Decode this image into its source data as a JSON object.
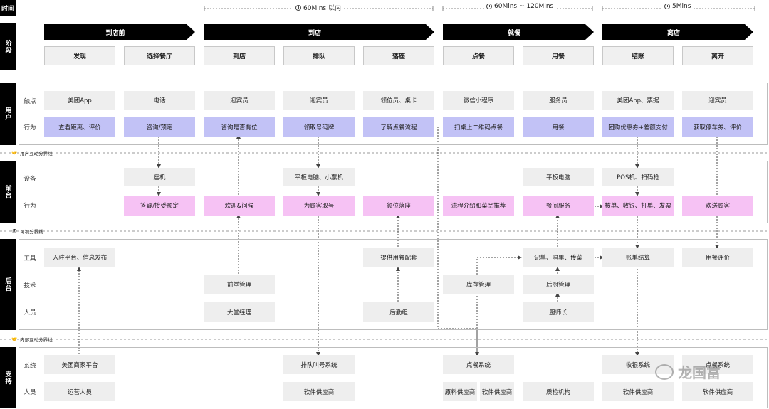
{
  "time_header": "时间",
  "time_spans": [
    {
      "label": "60Mins 以内"
    },
    {
      "label": "60Mins ~ 120Mins"
    },
    {
      "label": "5Mins"
    }
  ],
  "stage_header": "阶段",
  "phases": [
    "到店前",
    "到店",
    "就餐",
    "离店"
  ],
  "stages": [
    "发现",
    "选择餐厅",
    "到店",
    "排队",
    "落座",
    "点餐",
    "用餐",
    "结账",
    "离开"
  ],
  "lanes": {
    "user": {
      "title": "用户",
      "row_labels": [
        "触点",
        "行为"
      ],
      "touchpoints": [
        "美团App",
        "电话",
        "迎宾员",
        "迎宾员",
        "领位员、桌卡",
        "微信小程序",
        "服务员",
        "美团App、票据",
        "迎宾员"
      ],
      "actions": [
        "查看距离、评价",
        "咨询/预定",
        "咨询是否有位",
        "领取号码牌",
        "了解点餐流程",
        "扫桌上二维码点餐",
        "用餐",
        "团购优惠券+差额支付",
        "获取停车券、评价"
      ]
    },
    "front": {
      "title": "前台",
      "row_labels": [
        "设备",
        "行为"
      ],
      "devices": [
        "座机",
        "平板电脑、小票机",
        "平板电脑",
        "POS机、扫码枪"
      ],
      "actions": [
        "答疑/接受预定",
        "欢迎&问候",
        "为顾客取号",
        "领位落座",
        "流程介绍和菜品推荐",
        "餐间服务",
        "核单、收银、打单、发票",
        "欢送顾客"
      ]
    },
    "back": {
      "title": "后台",
      "row_labels": [
        "工具",
        "技术",
        "人员"
      ],
      "tools": [
        "入驻平台、信息发布",
        "提供用餐配套",
        "记单、唱单、传菜",
        "账单结算",
        "用餐评价"
      ],
      "tech": [
        "前堂管理",
        "库存管理",
        "后厨管理"
      ],
      "staff": [
        "大堂经理",
        "后勤组",
        "厨师长"
      ]
    },
    "support": {
      "title": "支持",
      "row_labels": [
        "系统",
        "人员"
      ],
      "systems": [
        "美团商家平台",
        "排队叫号系统",
        "点餐系统",
        "收银系统",
        "点餐系统"
      ],
      "staff": [
        "运营人员",
        "软件供应商",
        "原料供应商",
        "软件供应商",
        "质检机构",
        "软件供应商",
        "软件供应商"
      ]
    }
  },
  "dividers": [
    "用户互动分界线",
    "可视分界线",
    "内部互动分界线"
  ],
  "colors": {
    "header_bg": "#000000",
    "user_action": "#c2c2f6",
    "front_action": "#f6c2f4",
    "neutral_box": "#eeeeee"
  },
  "watermark": "龙国富"
}
